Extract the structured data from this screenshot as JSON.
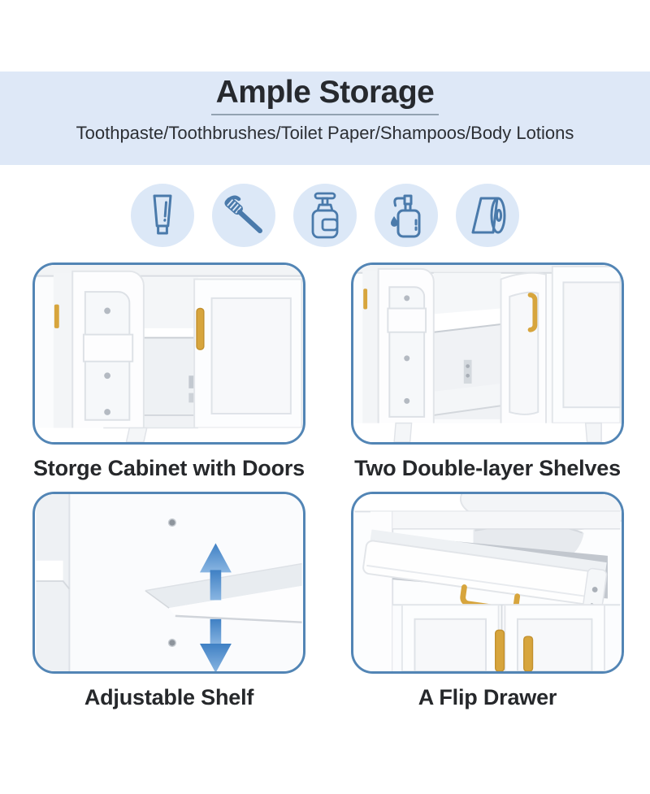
{
  "header": {
    "title": "Ample Storage",
    "subtitle": "Toothpaste/Toothbrushes/Toilet Paper/Shampoos/Body Lotions"
  },
  "icons": {
    "items": [
      {
        "name": "toothpaste-tube-icon"
      },
      {
        "name": "toothbrush-icon"
      },
      {
        "name": "shampoo-pump-bottle-icon"
      },
      {
        "name": "soap-dispenser-icon"
      },
      {
        "name": "toilet-paper-roll-icon"
      }
    ]
  },
  "features": {
    "items": [
      {
        "caption": "Storge Cabinet with Doors"
      },
      {
        "caption": "Two Double-layer Shelves"
      },
      {
        "caption": "Adjustable Shelf"
      },
      {
        "caption": "A Flip Drawer"
      }
    ]
  },
  "colors": {
    "band_background": "#dee8f7",
    "icon_circle_background": "#dce8f7",
    "icon_stroke": "#4a7aab",
    "panel_border": "#5285b5",
    "gold_handle": "#d7a53d",
    "arrow_blue": "#5e9ad2",
    "text_dark": "#26282b"
  }
}
